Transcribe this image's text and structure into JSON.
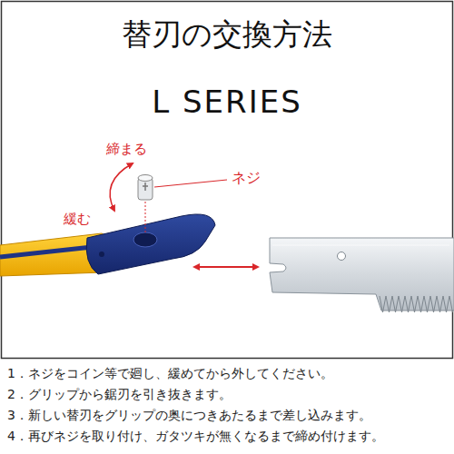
{
  "diagram": {
    "title": "替刃の交換方法",
    "labels": [
      "L SERIES",
      "締まる",
      "緩む",
      "ネジ",
      "1．ネジをコイン等で廻し、緩めてから外してください。",
      "2．グリップから鋸刃を引き抜きます。",
      "3．新しい替刃をグリップの奥につきあたるまで差し込みます。",
      "4．再びネジを取り付け、ガタツキが無くなるまで締め付けます。"
    ]
  }
}
